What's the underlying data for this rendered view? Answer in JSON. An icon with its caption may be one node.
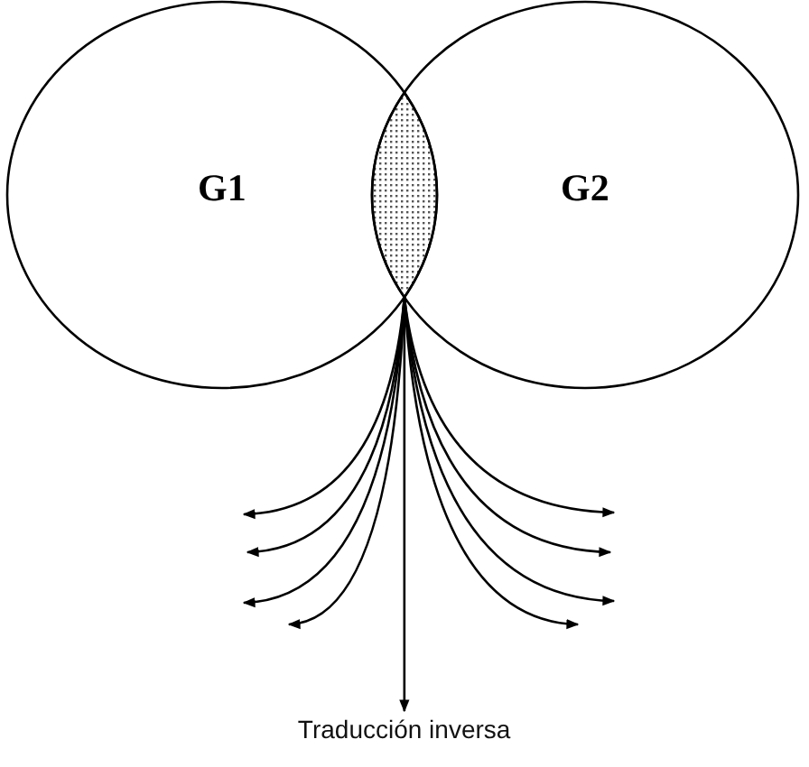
{
  "diagram": {
    "nodes": [
      {
        "text": [
          "G1"
        ]
      },
      {
        "text": [
          "G2"
        ]
      },
      {
        "text": [],
        "shape": "lens"
      },
      {
        "text": [
          "Traducción inversa"
        ]
      }
    ],
    "edges": [
      {
        "from": 2,
        "to": null,
        "arrow": "to"
      },
      {
        "from": 2,
        "to": null,
        "arrow": "to"
      },
      {
        "from": 2,
        "to": null,
        "arrow": "to"
      },
      {
        "from": 2,
        "to": null,
        "arrow": "to"
      },
      {
        "from": 2,
        "to": null,
        "arrow": "to"
      },
      {
        "from": 2,
        "to": null,
        "arrow": "to"
      },
      {
        "from": 2,
        "to": null,
        "arrow": "to"
      },
      {
        "from": 2,
        "to": null,
        "arrow": "to"
      },
      {
        "from": 2,
        "to": 3,
        "arrow": "to"
      }
    ]
  }
}
